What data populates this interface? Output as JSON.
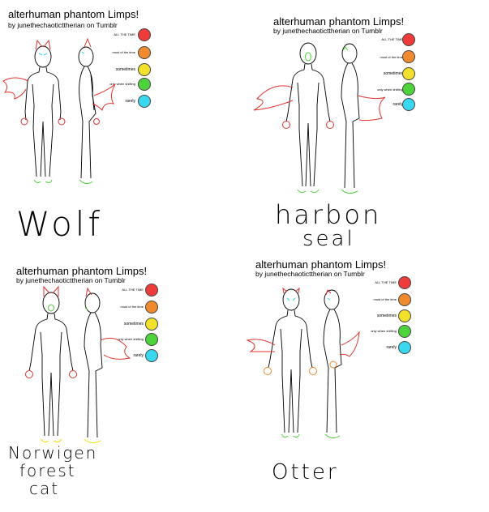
{
  "panels": [
    {
      "title": "alterhuman phantom Limps!",
      "byline": "by junethechaoticttherian on Tumblr",
      "caption": [
        "Wolf"
      ],
      "legend": [
        "ALL THE TIME",
        "most of the time",
        "sometimes",
        "only when shifting",
        "rarely"
      ]
    },
    {
      "title": "alterhuman phantom Limps!",
      "byline": "by junethechaoticttherian on Tumblr",
      "caption": [
        "harbon",
        "seal"
      ],
      "legend": [
        "ALL THE TIME",
        "most of the time",
        "sometimes",
        "only when shifting",
        "rarely"
      ]
    },
    {
      "title": "alterhuman phantom Limps!",
      "byline": "by junethechaoticttherian on Tumblr",
      "caption": [
        "Norwigen",
        "forest",
        "cat"
      ],
      "legend": [
        "ALL THE TIME",
        "most of the time",
        "sometimes",
        "only when shifting",
        "rarely"
      ]
    },
    {
      "title": "alterhuman phantom Limps!",
      "byline": "by junethechaoticttherian on Tumblr",
      "caption": [
        "Otter"
      ],
      "legend": [
        "ALL THE TIME",
        "most of the time",
        "sometimes",
        "only when shifting",
        "rarely"
      ]
    }
  ],
  "legend_colors": [
    "#ee3b3b",
    "#ef8a2e",
    "#f2e12c",
    "#4ed33c",
    "#3ad8ef"
  ],
  "icons": {
    "figure_front": "human-front-outline-icon",
    "figure_side": "human-side-outline-icon",
    "tail": "phantom-tail-icon",
    "ears": "phantom-ears-icon"
  }
}
